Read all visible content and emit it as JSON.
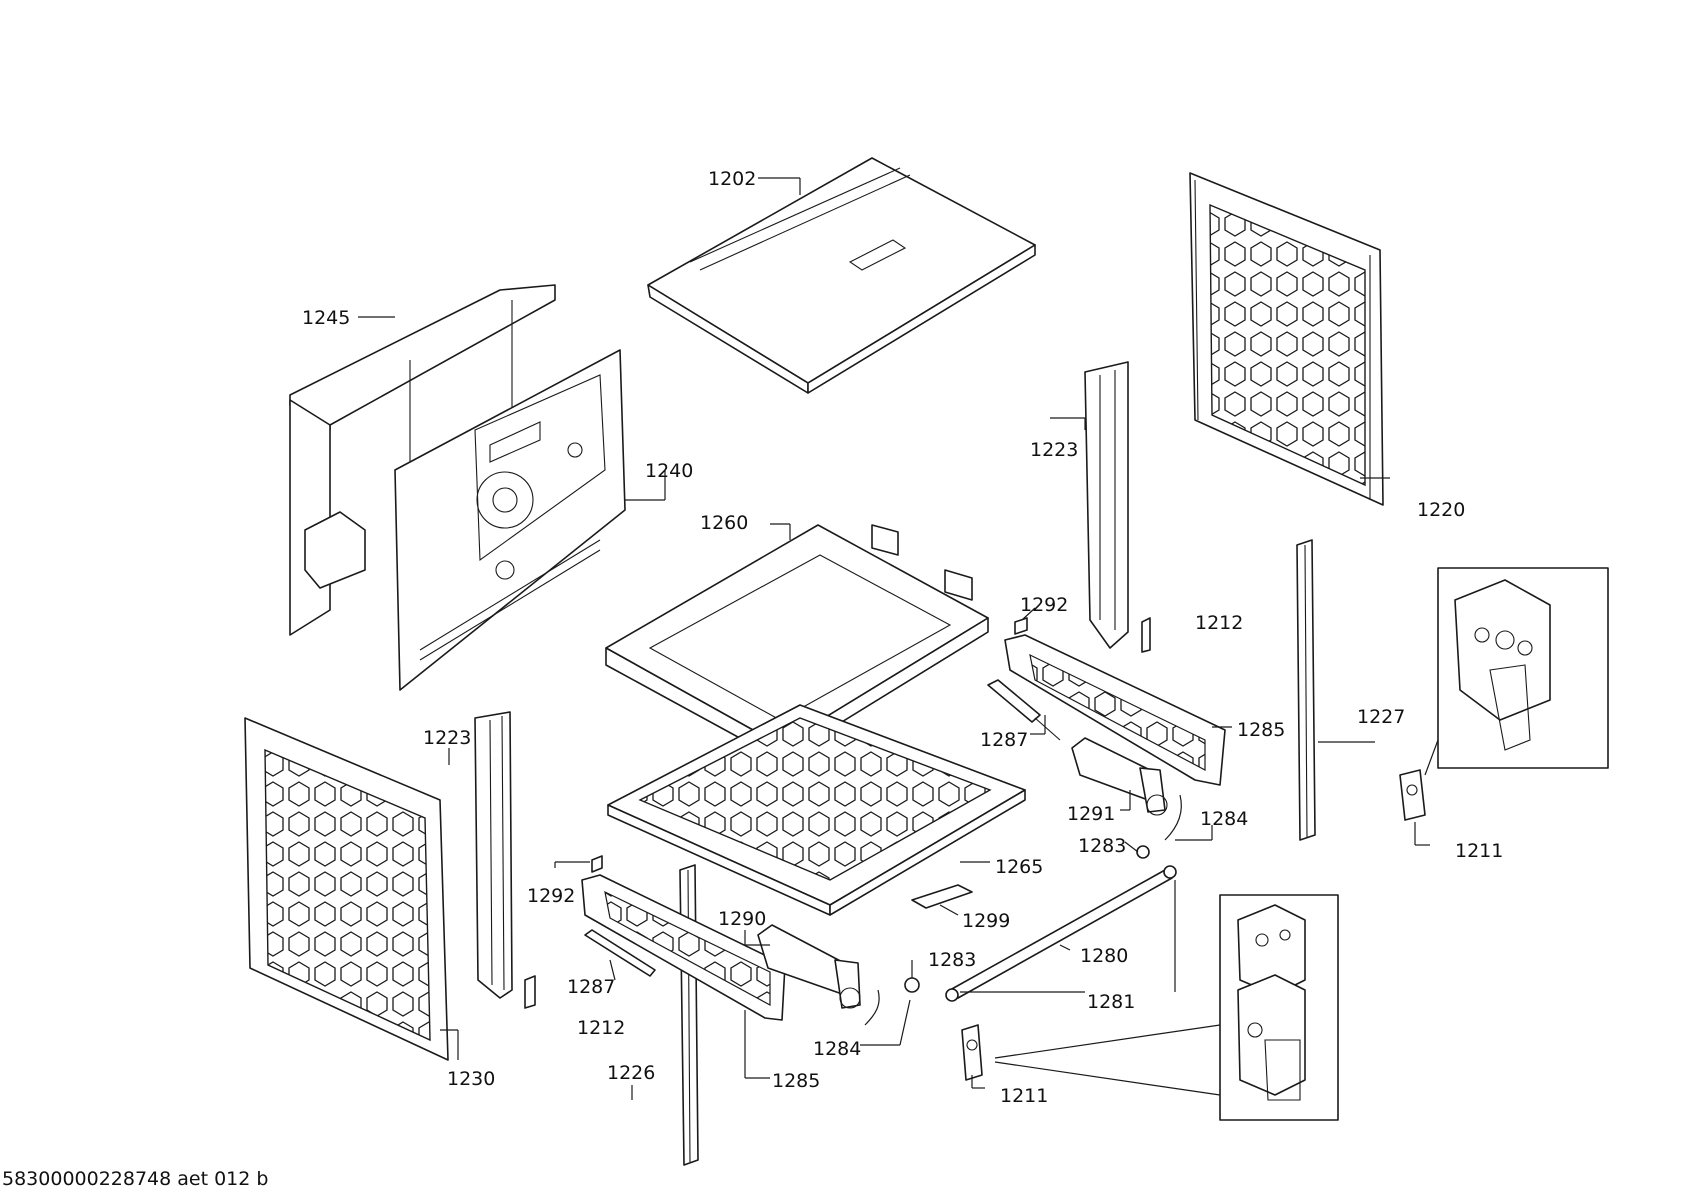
{
  "drawing": {
    "document_code": "58300000228748 aet 012 b",
    "colors": {
      "line": "#1a1a1a",
      "background": "#ffffff"
    }
  },
  "parts": [
    {
      "id": "p1202",
      "label": "1202"
    },
    {
      "id": "p1245",
      "label": "1245"
    },
    {
      "id": "p1240",
      "label": "1240"
    },
    {
      "id": "p1223a",
      "label": "1223"
    },
    {
      "id": "p1220",
      "label": "1220"
    },
    {
      "id": "p1260",
      "label": "1260"
    },
    {
      "id": "p1292a",
      "label": "1292"
    },
    {
      "id": "p1212a",
      "label": "1212"
    },
    {
      "id": "p1227",
      "label": "1227"
    },
    {
      "id": "p1287a",
      "label": "1287"
    },
    {
      "id": "p1285a",
      "label": "1285"
    },
    {
      "id": "p1223b",
      "label": "1223"
    },
    {
      "id": "p1291",
      "label": "1291"
    },
    {
      "id": "p1284a",
      "label": "1284"
    },
    {
      "id": "p1283a",
      "label": "1283"
    },
    {
      "id": "p1211a",
      "label": "1211"
    },
    {
      "id": "p1265",
      "label": "1265"
    },
    {
      "id": "p1292b",
      "label": "1292"
    },
    {
      "id": "p1299",
      "label": "1299"
    },
    {
      "id": "p1290",
      "label": "1290"
    },
    {
      "id": "p1280",
      "label": "1280"
    },
    {
      "id": "p1283b",
      "label": "1283"
    },
    {
      "id": "p1287b",
      "label": "1287"
    },
    {
      "id": "p1281",
      "label": "1281"
    },
    {
      "id": "p1212b",
      "label": "1212"
    },
    {
      "id": "p1284b",
      "label": "1284"
    },
    {
      "id": "p1230",
      "label": "1230"
    },
    {
      "id": "p1226",
      "label": "1226"
    },
    {
      "id": "p1285b",
      "label": "1285"
    },
    {
      "id": "p1211b",
      "label": "1211"
    }
  ]
}
